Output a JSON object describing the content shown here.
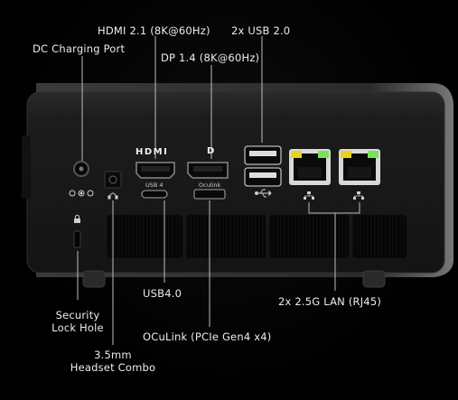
{
  "labels": {
    "hdmi": "HDMI 2.1 (8K@60Hz)",
    "usb2": "2x USB 2.0",
    "dc": "DC Charging Port",
    "dp": "DP 1.4 (8K@60Hz)",
    "usb4": "USB4.0",
    "lan": "2x 2.5G LAN (RJ45)",
    "security": "Security\nLock Hole",
    "headset": "3.5mm\nHeadset Combo",
    "oculink": "OCuLink (PCIe Gen4 x4)"
  },
  "port_markings": {
    "hdmi_logo": "HDMI",
    "dp_logo": "D",
    "usb4_small": "USB 4",
    "oculink_small": "Oculink"
  },
  "colors": {
    "background": "#000000",
    "chassis": "#1a1a1a",
    "label_text": "#ececec",
    "leader_line": "#bdbdbd",
    "lan_led_yellow": "#e9d320",
    "lan_led_green": "#7be05a"
  },
  "icons": [
    "power-polarity-icon",
    "headset-icon",
    "lock-icon",
    "usb-icon",
    "network-icon"
  ]
}
